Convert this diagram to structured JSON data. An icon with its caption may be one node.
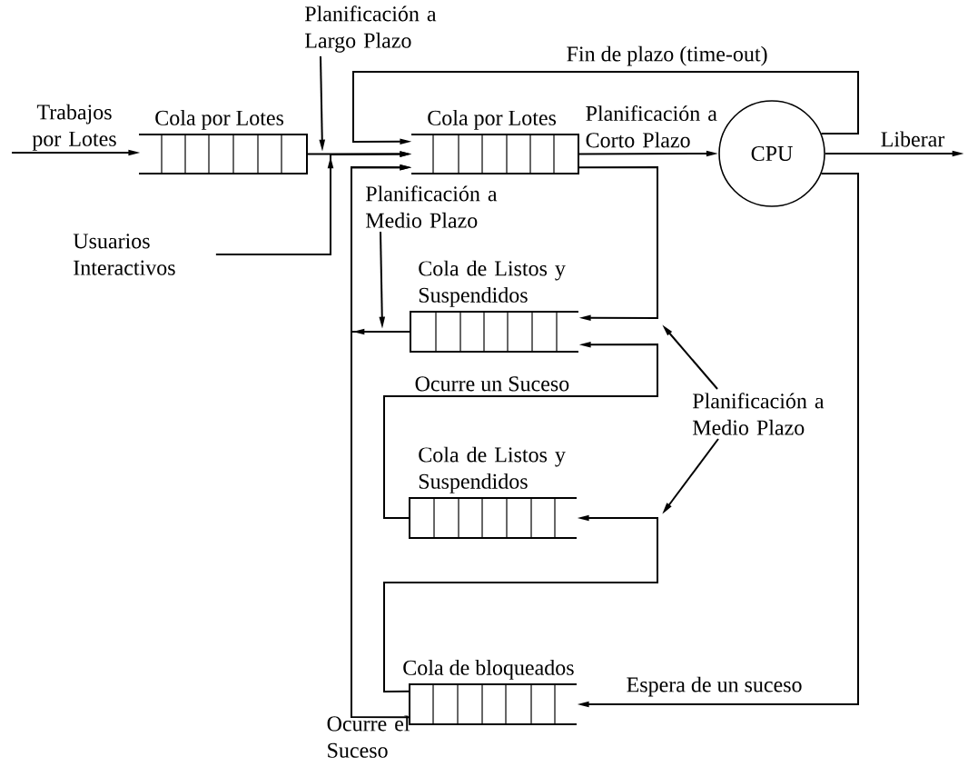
{
  "diagram": {
    "nodes": [
      {
        "text": [
          "Cola por Lotes"
        ]
      },
      {
        "text": [
          "Cola por Lotes"
        ]
      },
      {
        "text": [
          "CPU"
        ]
      },
      {
        "text": [
          "Cola de Listos y Suspendidos"
        ]
      },
      {
        "text": [
          "Cola de Listos y Suspendidos"
        ]
      },
      {
        "text": [
          "Cola de bloqueados"
        ]
      },
      {
        "text": [
          "Trabajos por Lotes"
        ]
      },
      {
        "text": [
          "Usuarios Interactivos"
        ]
      },
      {
        "text": [
          "Planificación a Largo Plazo"
        ]
      },
      {
        "text": [
          "Planificación a Medio Plazo"
        ]
      },
      {
        "text": [
          "Planificación a Medio Plazo"
        ]
      }
    ],
    "edges": [
      {
        "from": 6,
        "to": 0,
        "arrow": "to"
      },
      {
        "from": 0,
        "to": 1,
        "arrow": "to"
      },
      {
        "from": 7,
        "to": 1,
        "arrow": "to"
      },
      {
        "from": 8,
        "to": null,
        "arrow": "to"
      },
      {
        "from": 2,
        "to": 1,
        "arrow": "to",
        "label": "Fin de plazo (time-out)"
      },
      {
        "from": 1,
        "to": 2,
        "arrow": "to",
        "label": "Planificación a Corto Plazo"
      },
      {
        "from": 2,
        "to": null,
        "arrow": "to",
        "label": "Liberar"
      },
      {
        "from": 1,
        "to": 3,
        "arrow": "to"
      },
      {
        "from": 3,
        "to": 1,
        "arrow": "to"
      },
      {
        "from": 5,
        "to": 1,
        "arrow": "to",
        "label": "Ocurre el Suceso"
      },
      {
        "from": 4,
        "to": 3,
        "arrow": "to",
        "label": "Ocurre un Suceso"
      },
      {
        "from": 5,
        "to": 4,
        "arrow": "to"
      },
      {
        "from": 2,
        "to": 5,
        "arrow": "to",
        "label": "Espera de un suceso"
      },
      {
        "from": 9,
        "to": null,
        "arrow": "to"
      },
      {
        "from": 10,
        "to": null,
        "arrow": "to"
      },
      {
        "from": 10,
        "to": null,
        "arrow": "to"
      }
    ]
  }
}
